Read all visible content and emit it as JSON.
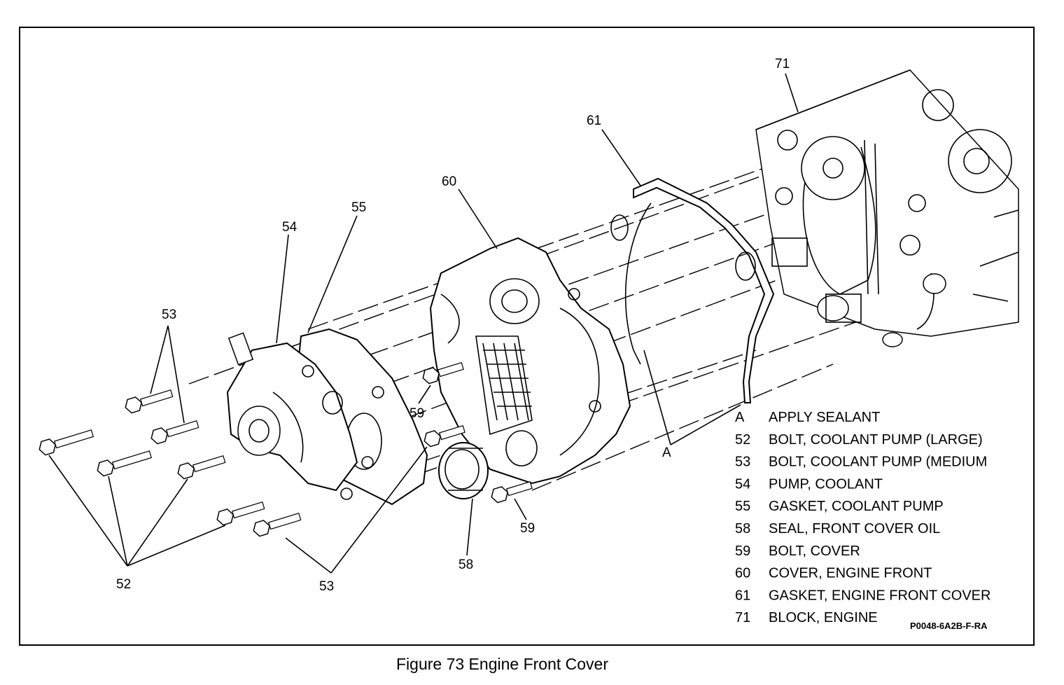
{
  "figure": {
    "caption": "Figure 73 Engine Front Cover",
    "code": "P0048-6A2B-F-RA"
  },
  "callouts": [
    {
      "id": "c71",
      "text": "71"
    },
    {
      "id": "c61",
      "text": "61"
    },
    {
      "id": "c60",
      "text": "60"
    },
    {
      "id": "c55",
      "text": "55"
    },
    {
      "id": "c54",
      "text": "54"
    },
    {
      "id": "c53a",
      "text": "53"
    },
    {
      "id": "c59a",
      "text": "59"
    },
    {
      "id": "cA",
      "text": "A"
    },
    {
      "id": "c59b",
      "text": "59"
    },
    {
      "id": "c58",
      "text": "58"
    },
    {
      "id": "c52",
      "text": "52"
    },
    {
      "id": "c53b",
      "text": "53"
    }
  ],
  "legend": [
    {
      "code": "A",
      "label": "APPLY SEALANT"
    },
    {
      "code": "52",
      "label": "BOLT, COOLANT PUMP (LARGE)"
    },
    {
      "code": "53",
      "label": "BOLT, COOLANT PUMP (MEDIUM"
    },
    {
      "code": "54",
      "label": "PUMP, COOLANT"
    },
    {
      "code": "55",
      "label": "GASKET, COOLANT PUMP"
    },
    {
      "code": "58",
      "label": "SEAL, FRONT COVER OIL"
    },
    {
      "code": "59",
      "label": "BOLT, COVER"
    },
    {
      "code": "60",
      "label": "COVER, ENGINE FRONT"
    },
    {
      "code": "61",
      "label": "GASKET, ENGINE FRONT COVER"
    },
    {
      "code": "71",
      "label": "BLOCK, ENGINE"
    }
  ]
}
